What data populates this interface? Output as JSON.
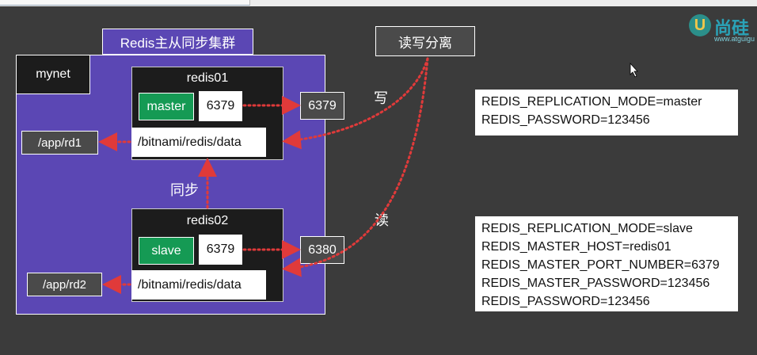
{
  "network": {
    "name": "mynet",
    "cluster_title": "Redis主从同步集群"
  },
  "rw_separation": "读写分离",
  "labels": {
    "write": "写",
    "read": "读",
    "sync": "同步"
  },
  "master": {
    "name": "redis01",
    "role": "master",
    "container_port": "6379",
    "host_port": "6379",
    "data_path": "/bitnami/redis/data",
    "host_path": "/app/rd1"
  },
  "slave": {
    "name": "redis02",
    "role": "slave",
    "container_port": "6379",
    "host_port": "6380",
    "data_path": "/bitnami/redis/data",
    "host_path": "/app/rd2"
  },
  "master_env": [
    "REDIS_REPLICATION_MODE=master",
    "REDIS_PASSWORD=123456"
  ],
  "slave_env": [
    "REDIS_REPLICATION_MODE=slave",
    "REDIS_MASTER_HOST=redis01",
    "REDIS_MASTER_PORT_NUMBER=6379",
    "REDIS_MASTER_PASSWORD=123456",
    "REDIS_PASSWORD=123456"
  ],
  "logo": {
    "text": "尚硅",
    "sub": "www.atguigu",
    "letter": "U"
  },
  "colors": {
    "network": "#5b47b4",
    "role": "#159a54",
    "arrow_red": "#e03a3a",
    "arrow_violet": "#b48be8"
  }
}
